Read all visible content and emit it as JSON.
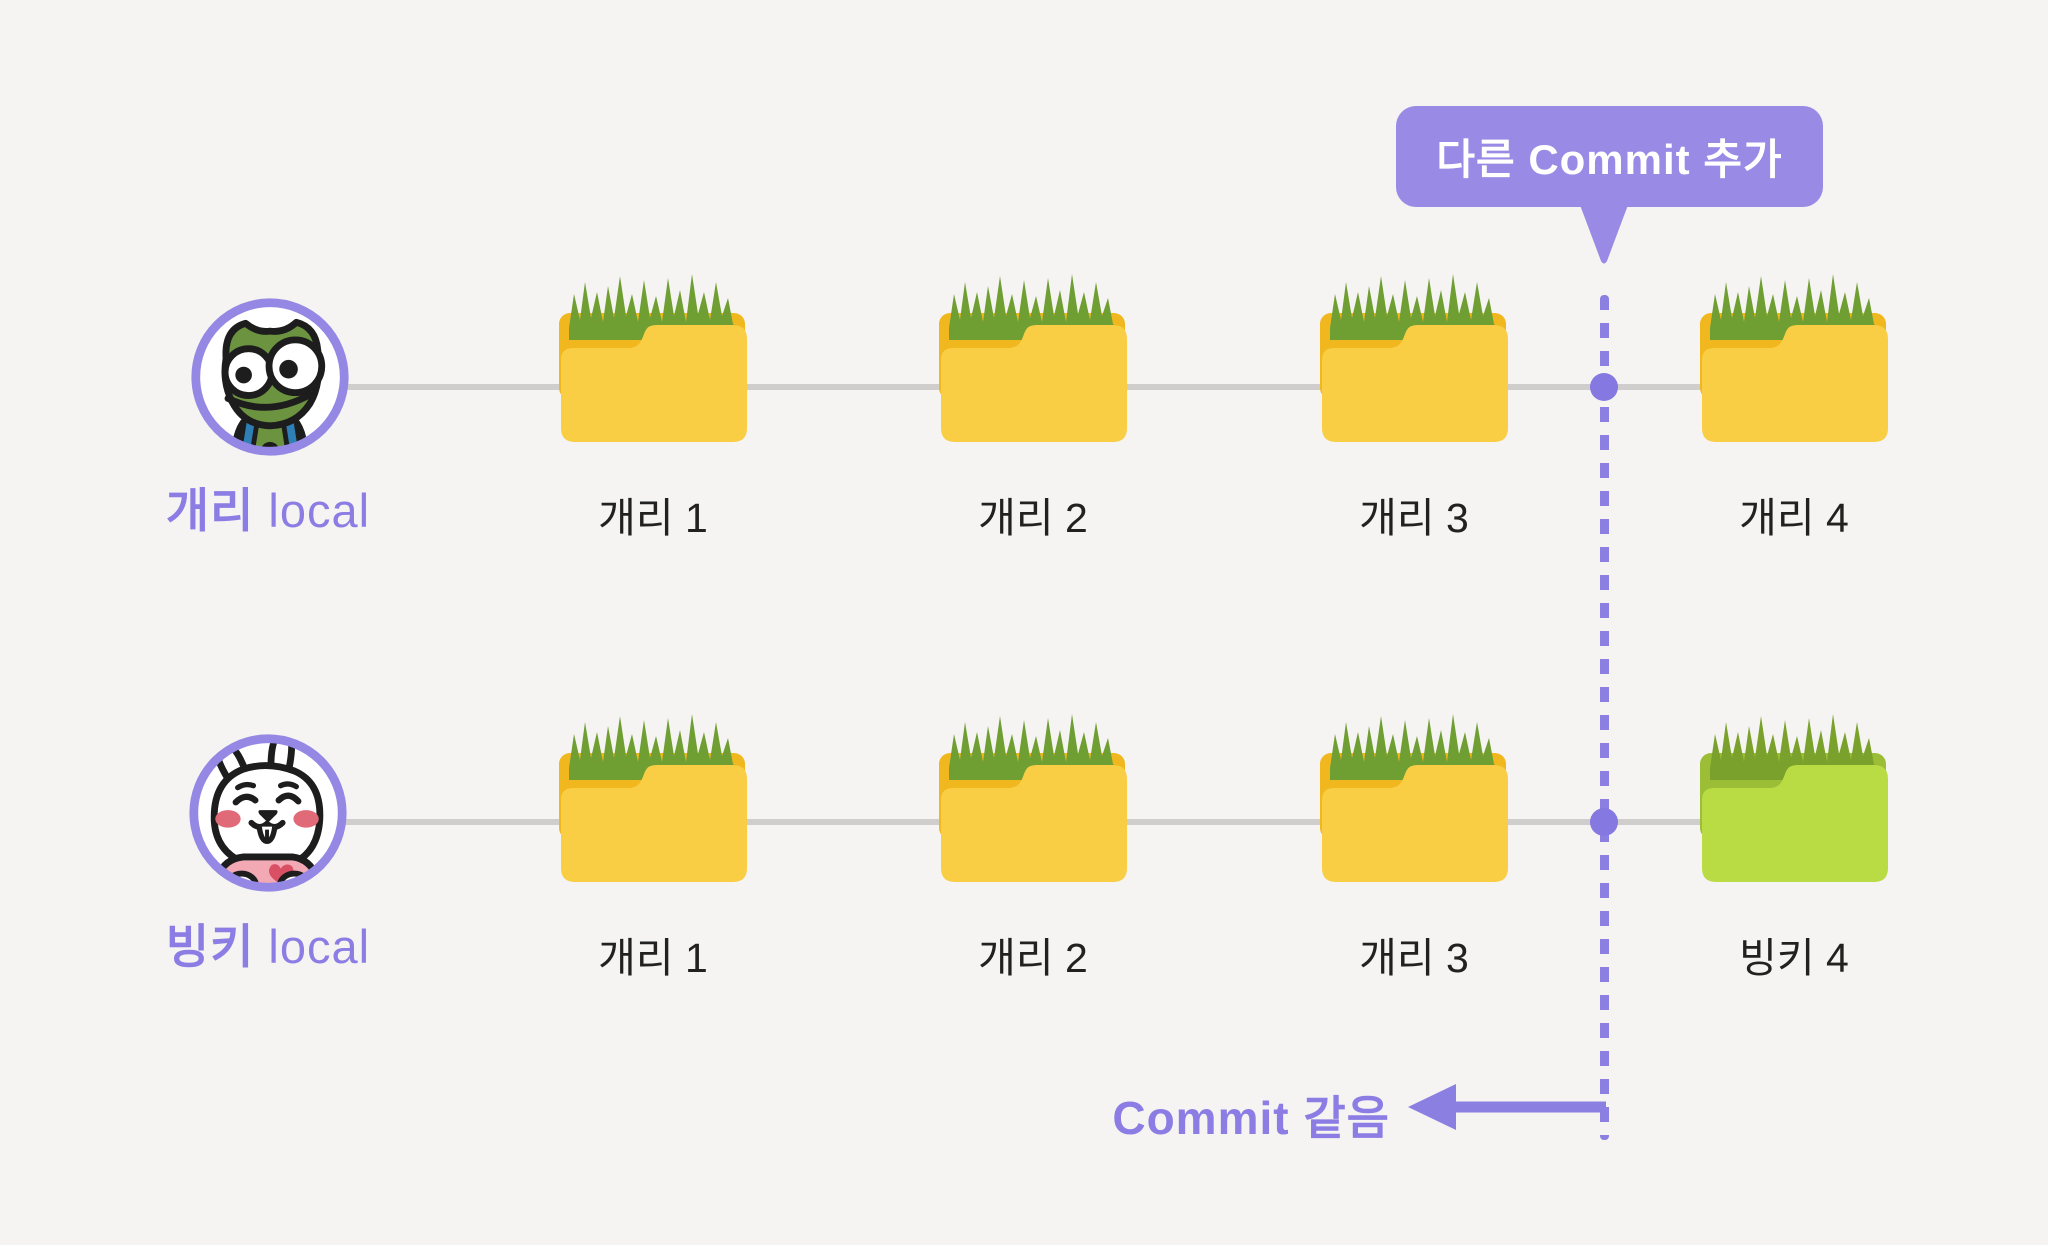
{
  "callout": {
    "text": "다른 Commit 추가"
  },
  "rows": [
    {
      "name": "개리",
      "suffix": " local",
      "avatar": "frog",
      "folders": [
        {
          "label": "개리 1"
        },
        {
          "label": "개리 2"
        },
        {
          "label": "개리 3"
        },
        {
          "label": "개리 4"
        }
      ]
    },
    {
      "name": "빙키",
      "suffix": " local",
      "avatar": "rabbit",
      "folders": [
        {
          "label": "개리 1"
        },
        {
          "label": "개리 2"
        },
        {
          "label": "개리 3"
        },
        {
          "label": "빙키 4"
        }
      ]
    }
  ],
  "annotation": {
    "text": "Commit 같음"
  },
  "colors": {
    "background": "#f5f4f2",
    "bubble_purple": "#998ae6",
    "label_purple": "#8b7de4",
    "dash_purple": "#8c7fe2",
    "dot_purple": "#8578e1",
    "track_gray": "#cfcecc",
    "folder_yellow_front": "#f9ce44",
    "folder_yellow_back": "#f1b71f",
    "folder_green_front": "#b9dc45",
    "folder_green_back": "#9cbe37",
    "grass_green": "#6f9e33",
    "caption_dark": "#212121"
  }
}
